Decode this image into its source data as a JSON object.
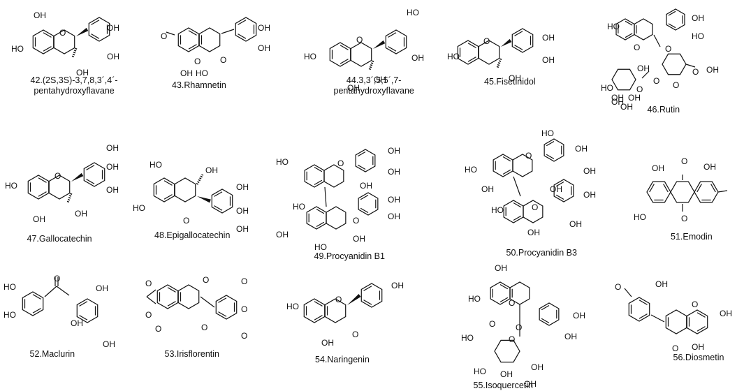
{
  "compounds": [
    {
      "id": "c42",
      "lines": [
        "42.(2S,3S)-3,7,8,3´,4´-",
        "pentahydroxyflavane"
      ],
      "atoms": [
        "OH",
        "HO",
        "O",
        "OH",
        "OH",
        "OH"
      ]
    },
    {
      "id": "c43",
      "lines": [
        "43.Rhamnetin"
      ],
      "atoms": [
        "O",
        "OH",
        "OH",
        "O",
        "OH",
        "HO",
        "O"
      ]
    },
    {
      "id": "c44",
      "lines": [
        "44.3,3´,5,5´,7-",
        "pentahydroxyflavane"
      ],
      "atoms": [
        "HO",
        "O",
        "OH",
        "OH",
        "HO",
        "OH"
      ]
    },
    {
      "id": "c45",
      "lines": [
        "45.Fisetinidol"
      ],
      "atoms": [
        "HO",
        "O",
        "OH",
        "OH",
        "OH"
      ]
    },
    {
      "id": "c46",
      "lines": [
        "46.Rutin"
      ],
      "atoms": [
        "HO",
        "O",
        "OH",
        "OH",
        "HO",
        "O",
        "O",
        "O",
        "O",
        "OH",
        "OH",
        "HO",
        "OH",
        "OH",
        "O",
        "OH"
      ]
    },
    {
      "id": "c47",
      "lines": [
        "47.Gallocatechin"
      ],
      "atoms": [
        "HO",
        "O",
        "OH",
        "OH",
        "OH",
        "OH",
        "OH"
      ]
    },
    {
      "id": "c48",
      "lines": [
        "48.Epigallocatechin"
      ],
      "atoms": [
        "HO",
        "OH",
        "O",
        "HO",
        "OH",
        "OH",
        "OH"
      ]
    },
    {
      "id": "c49",
      "lines": [
        "49.Procyanidin B1"
      ],
      "atoms": [
        "HO",
        "O",
        "OH",
        "OH",
        "OH",
        "HO",
        "OH",
        "HO",
        "O",
        "OH",
        "OH",
        "OH"
      ]
    },
    {
      "id": "c50",
      "lines": [
        "50.Procyanidin B3"
      ],
      "atoms": [
        "HO",
        "O",
        "OH",
        "OH",
        "HO",
        "OH",
        "HO",
        "OH",
        "O",
        "OH",
        "OH",
        "OH"
      ]
    },
    {
      "id": "c51",
      "lines": [
        "51.Emodin"
      ],
      "atoms": [
        "OH",
        "O",
        "OH",
        "HO",
        "O"
      ]
    },
    {
      "id": "c52",
      "lines": [
        "52.Maclurin"
      ],
      "atoms": [
        "O",
        "HO",
        "HO",
        "OH",
        "OH",
        "OH"
      ]
    },
    {
      "id": "c53",
      "lines": [
        "53.Irisflorentin"
      ],
      "atoms": [
        "O",
        "O",
        "O",
        "O",
        "O",
        "O",
        "O",
        "O"
      ]
    },
    {
      "id": "c54",
      "lines": [
        "54.Naringenin"
      ],
      "atoms": [
        "HO",
        "O",
        "OH",
        "OH",
        "O"
      ]
    },
    {
      "id": "c55",
      "lines": [
        "55.Isoquercetin"
      ],
      "atoms": [
        "OH",
        "HO",
        "O",
        "O",
        "OH",
        "OH",
        "O",
        "HO",
        "O",
        "HO",
        "OH",
        "OH",
        "OH"
      ]
    },
    {
      "id": "c56",
      "lines": [
        "56.Diosmetin"
      ],
      "atoms": [
        "O",
        "OH",
        "O",
        "OH",
        "OH",
        "O"
      ]
    }
  ]
}
